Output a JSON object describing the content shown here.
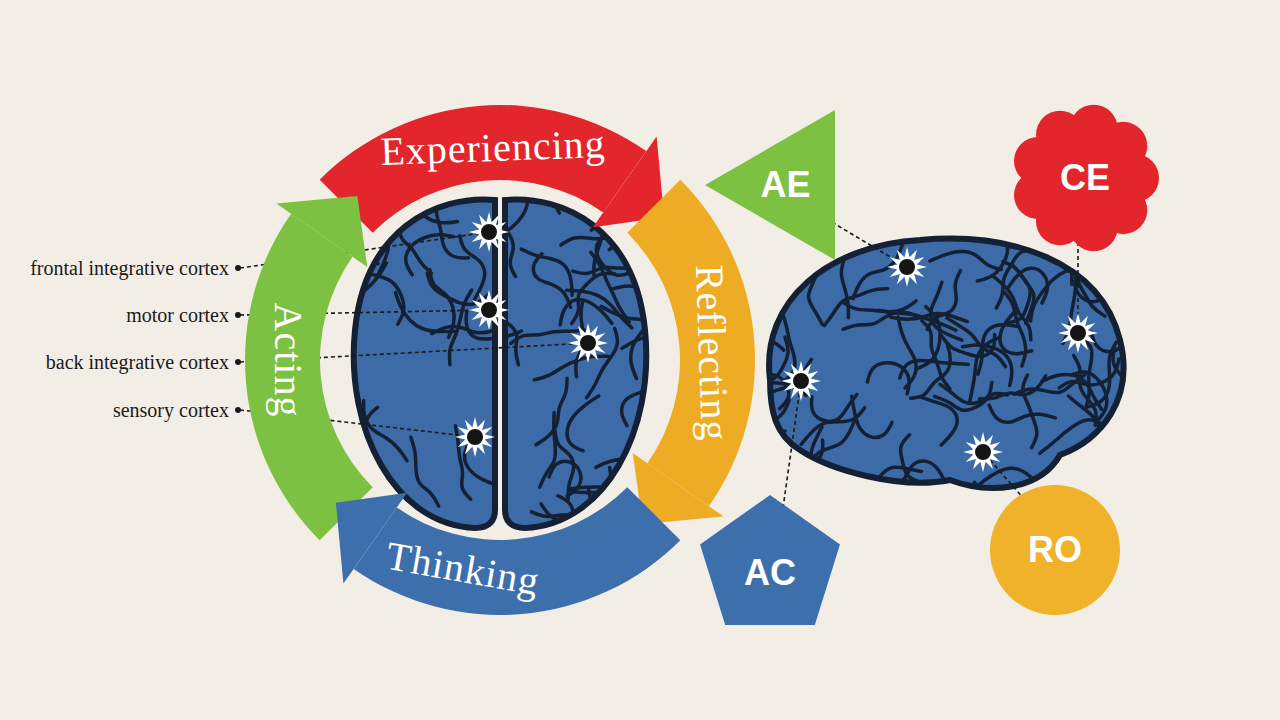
{
  "diagram": {
    "nodes": [
      {
        "text": [
          "Experiencing"
        ]
      },
      {
        "text": [
          "AE"
        ]
      },
      {
        "text": [
          "CE"
        ]
      },
      {
        "text": [
          "Acting"
        ]
      },
      {
        "text": [
          "Reflecting"
        ]
      },
      {
        "text": [
          "Thinking"
        ]
      },
      {
        "text": [
          "AC"
        ]
      },
      {
        "text": [
          "RO"
        ]
      }
    ],
    "labels": [
      "frontal integrative cortex",
      "motor cortex",
      "back integrative cortex",
      "sensory cortex"
    ]
  }
}
